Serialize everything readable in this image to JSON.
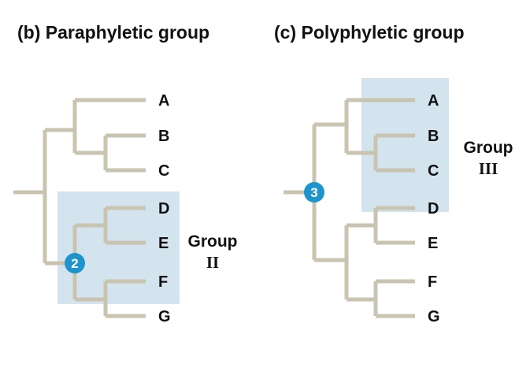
{
  "colors": {
    "branch": "#c9c4b0",
    "highlight": "#d3e4ef",
    "node_badge": "#1d94cb",
    "badge_text": "#ffffff",
    "text": "#111111"
  },
  "panel_b": {
    "title": "(b) Paraphyletic group",
    "taxa": [
      "A",
      "B",
      "C",
      "D",
      "E",
      "F",
      "G"
    ],
    "node_badge": "2",
    "group_label_word": "Group",
    "group_label_numeral": "II"
  },
  "panel_c": {
    "title": "(c) Polyphyletic group",
    "taxa": [
      "A",
      "B",
      "C",
      "D",
      "E",
      "F",
      "G"
    ],
    "node_badge": "3",
    "group_label_word": "Group",
    "group_label_numeral": "III"
  }
}
